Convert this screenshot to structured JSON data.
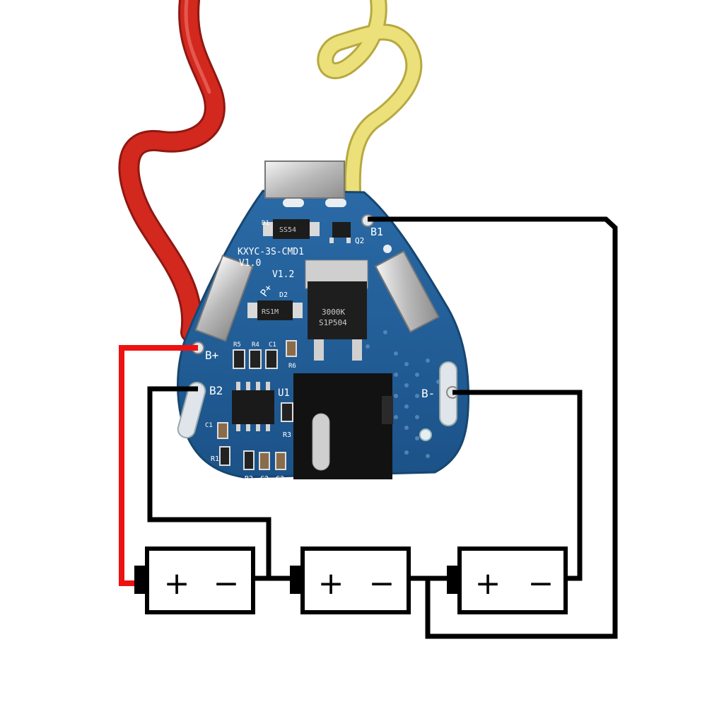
{
  "board": {
    "model_label": "KXYC-3S-CMD1",
    "version_left": "V1.0",
    "version_right": "V1.2",
    "pads": {
      "b_plus": "B+",
      "b2": "B2",
      "b1": "B1",
      "b_minus": "B-",
      "p_plus": "P+"
    },
    "refs": {
      "d1": "D1",
      "d2": "D2",
      "q2": "Q2",
      "u1": "U1",
      "r1": "R1",
      "r2": "R2",
      "r3": "R3",
      "r4": "R4",
      "r5": "R5",
      "r6": "R6",
      "c1": "C1",
      "c2": "C2",
      "c3": "C3"
    },
    "diode_d1_marking": "SS54",
    "diode_d2_marking": "RS1M",
    "mosfet_marking_line1": "3000K",
    "mosfet_marking_line2": "S1P504"
  },
  "cells": [
    {
      "plus": "+",
      "minus": "−"
    },
    {
      "plus": "+",
      "minus": "−"
    },
    {
      "plus": "+",
      "minus": "−"
    }
  ],
  "colors": {
    "pcb": "#1f5d96",
    "pcb_edge": "#17466f",
    "red_wire": "#d3281e",
    "yellow_wire": "#ece07a",
    "red_diagram_wire": "#ee1111",
    "black_wire": "#000000"
  }
}
